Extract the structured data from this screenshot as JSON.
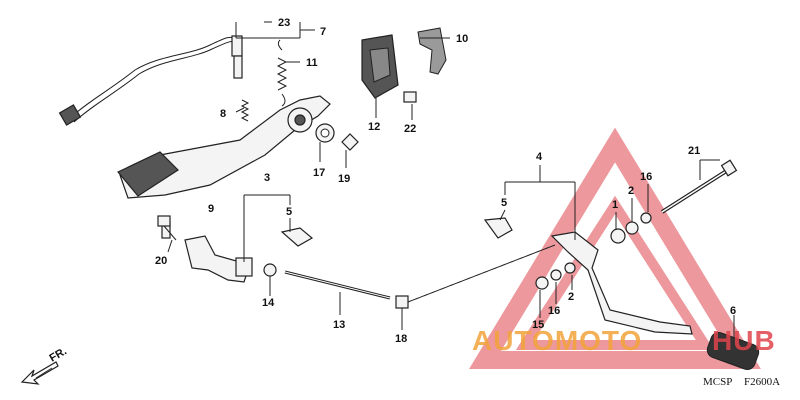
{
  "callouts": {
    "c1": "1",
    "c2a": "2",
    "c2b": "2",
    "c3": "3",
    "c4": "4",
    "c5a": "5",
    "c5b": "5",
    "c6": "6",
    "c7": "7",
    "c8": "8",
    "c9": "9",
    "c10": "10",
    "c11": "11",
    "c12": "12",
    "c13": "13",
    "c14": "14",
    "c15": "15",
    "c16a": "16",
    "c16b": "16",
    "c17": "17",
    "c18": "18",
    "c19": "19",
    "c20": "20",
    "c21": "21",
    "c22": "22",
    "c23": "23"
  },
  "front_label": "FR.",
  "diagram_code_left": "MCSP",
  "diagram_code_right": "F2600A",
  "watermark": {
    "part1": "AUTOMOTO",
    "part2": "HUB",
    "color_orange": "#f2a33a",
    "color_red": "#e0454c"
  }
}
